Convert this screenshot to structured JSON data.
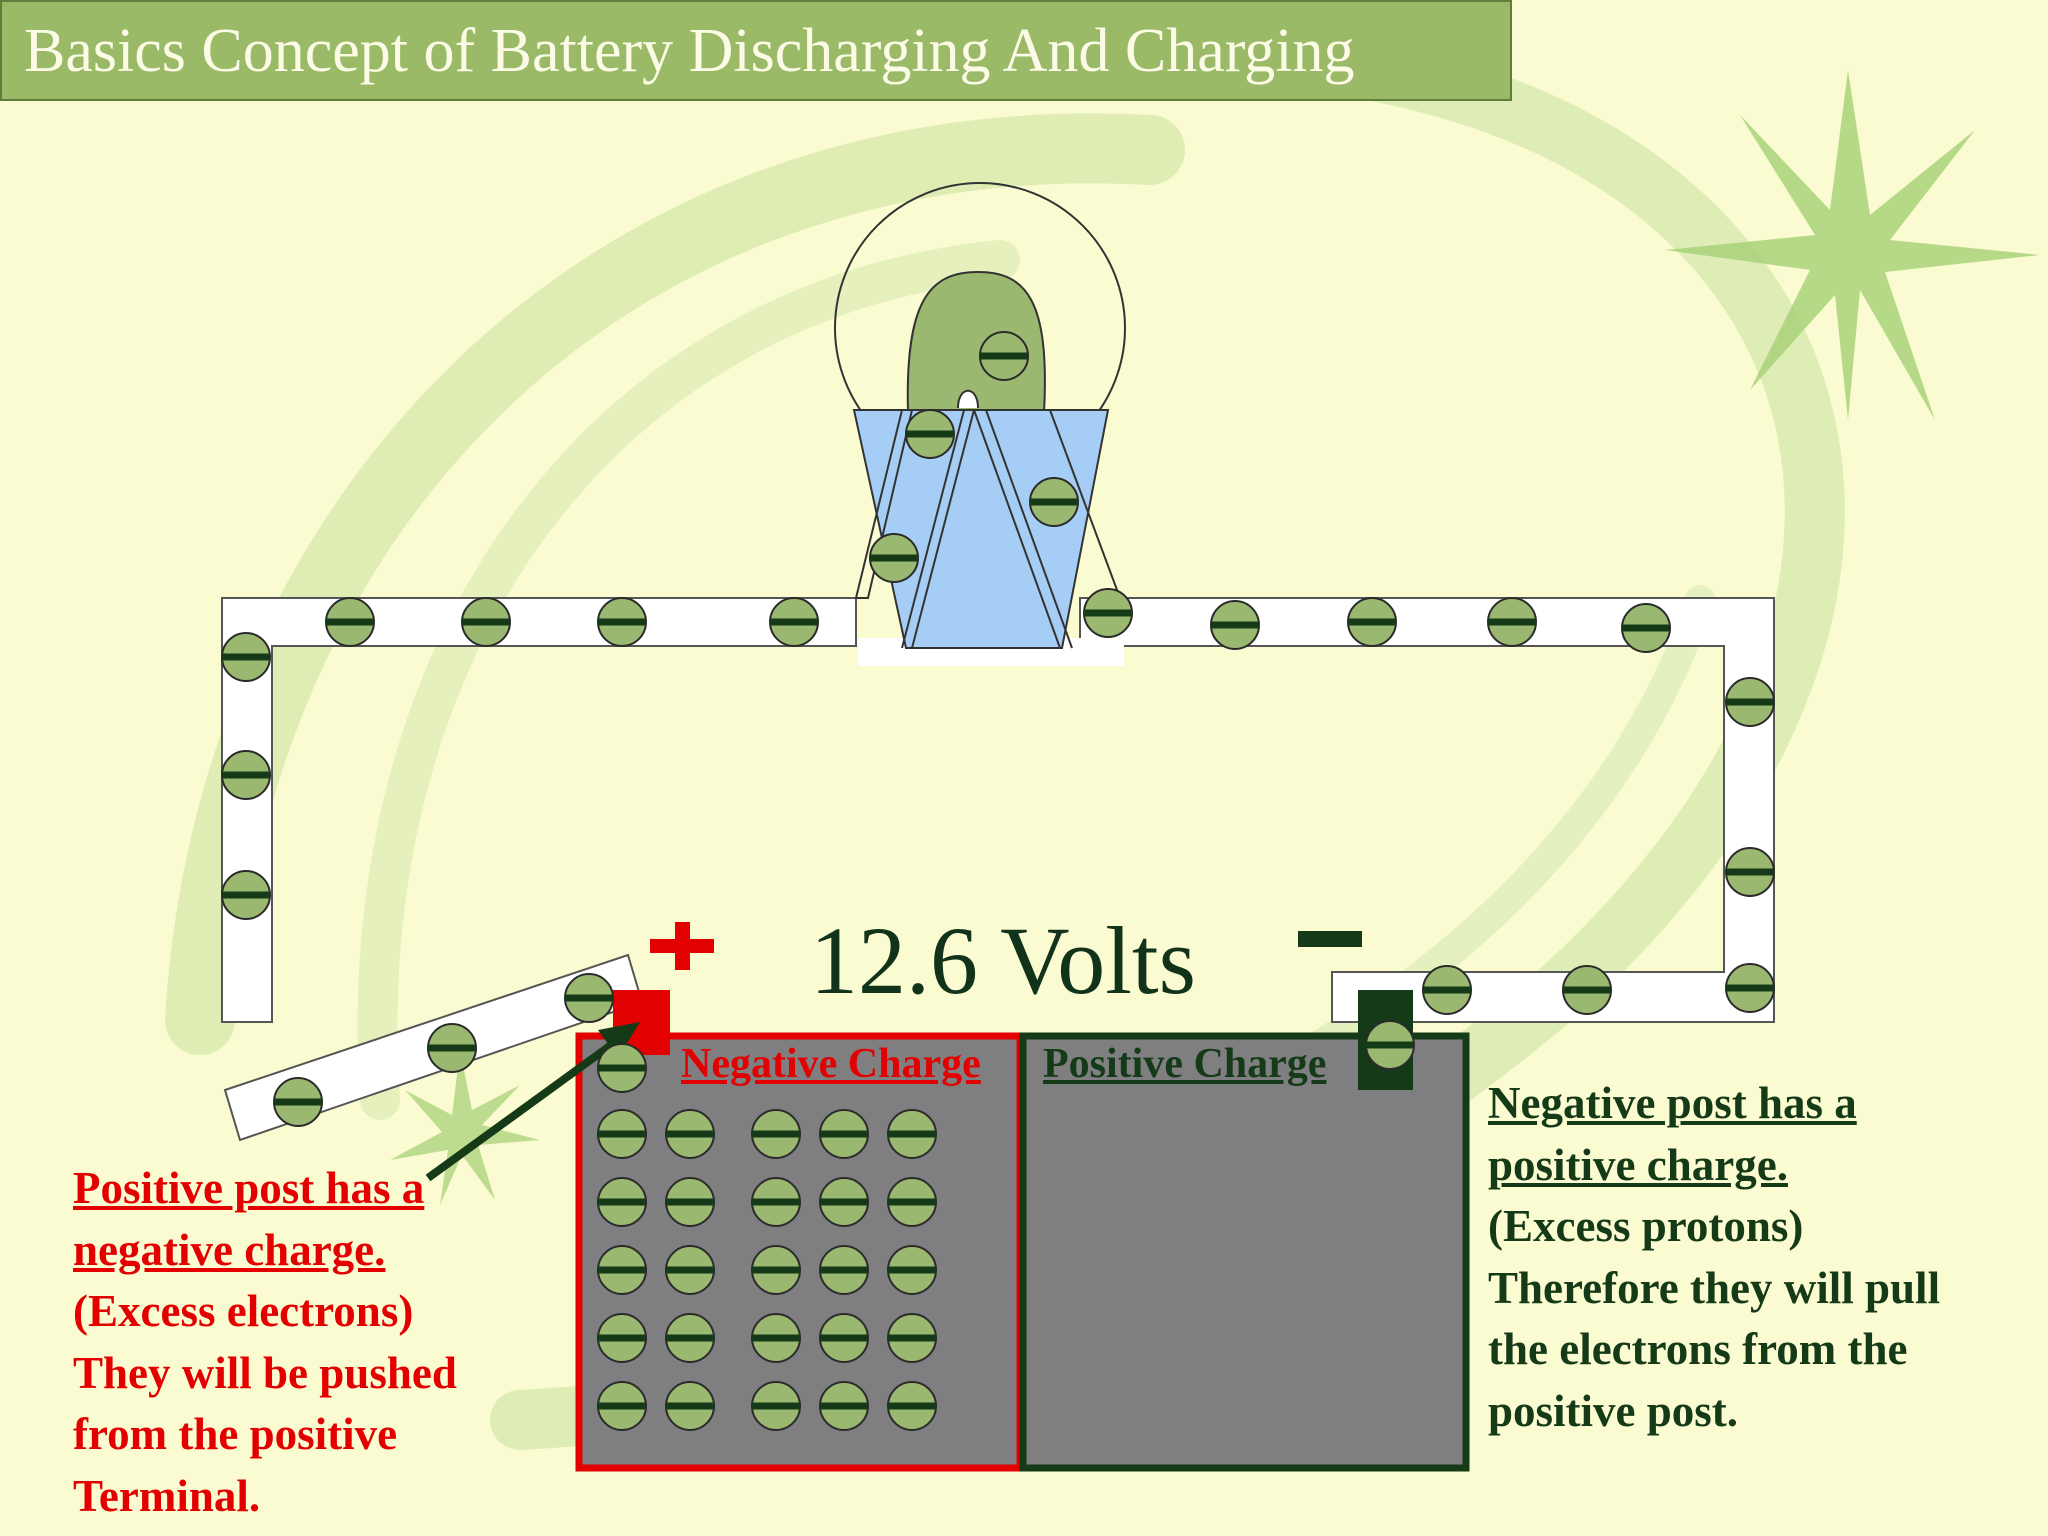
{
  "title": "Basics Concept of Battery Discharging And Charging",
  "voltage_label": "12.6 Volts",
  "terminals": {
    "positive_symbol": "+",
    "negative_symbol": "−"
  },
  "cells": {
    "negative_label": "Negative Charge",
    "positive_label": "Positive Charge"
  },
  "note_left": {
    "line1": "Positive post has a",
    "line2": "negative charge.",
    "line3": "(Excess electrons)",
    "line4": "They will be pushed",
    "line5": "from the positive",
    "line6": "Terminal."
  },
  "note_right": {
    "line1": "Negative post has a",
    "line2": "positive charge.",
    "line3": "(Excess protons)",
    "line4": "Therefore they will pull",
    "line5": "the electrons from the",
    "line6": "positive post."
  },
  "colors": {
    "background": "#fbfbd2",
    "accent_green": "#9aba68",
    "electron_fill": "#9bb870",
    "dark_green": "#153a17",
    "red": "#e20000",
    "battery_gray": "#7f7f82",
    "bulb_blue": "#a5cdf5"
  },
  "electron_glyph": "electron-minus-icon"
}
